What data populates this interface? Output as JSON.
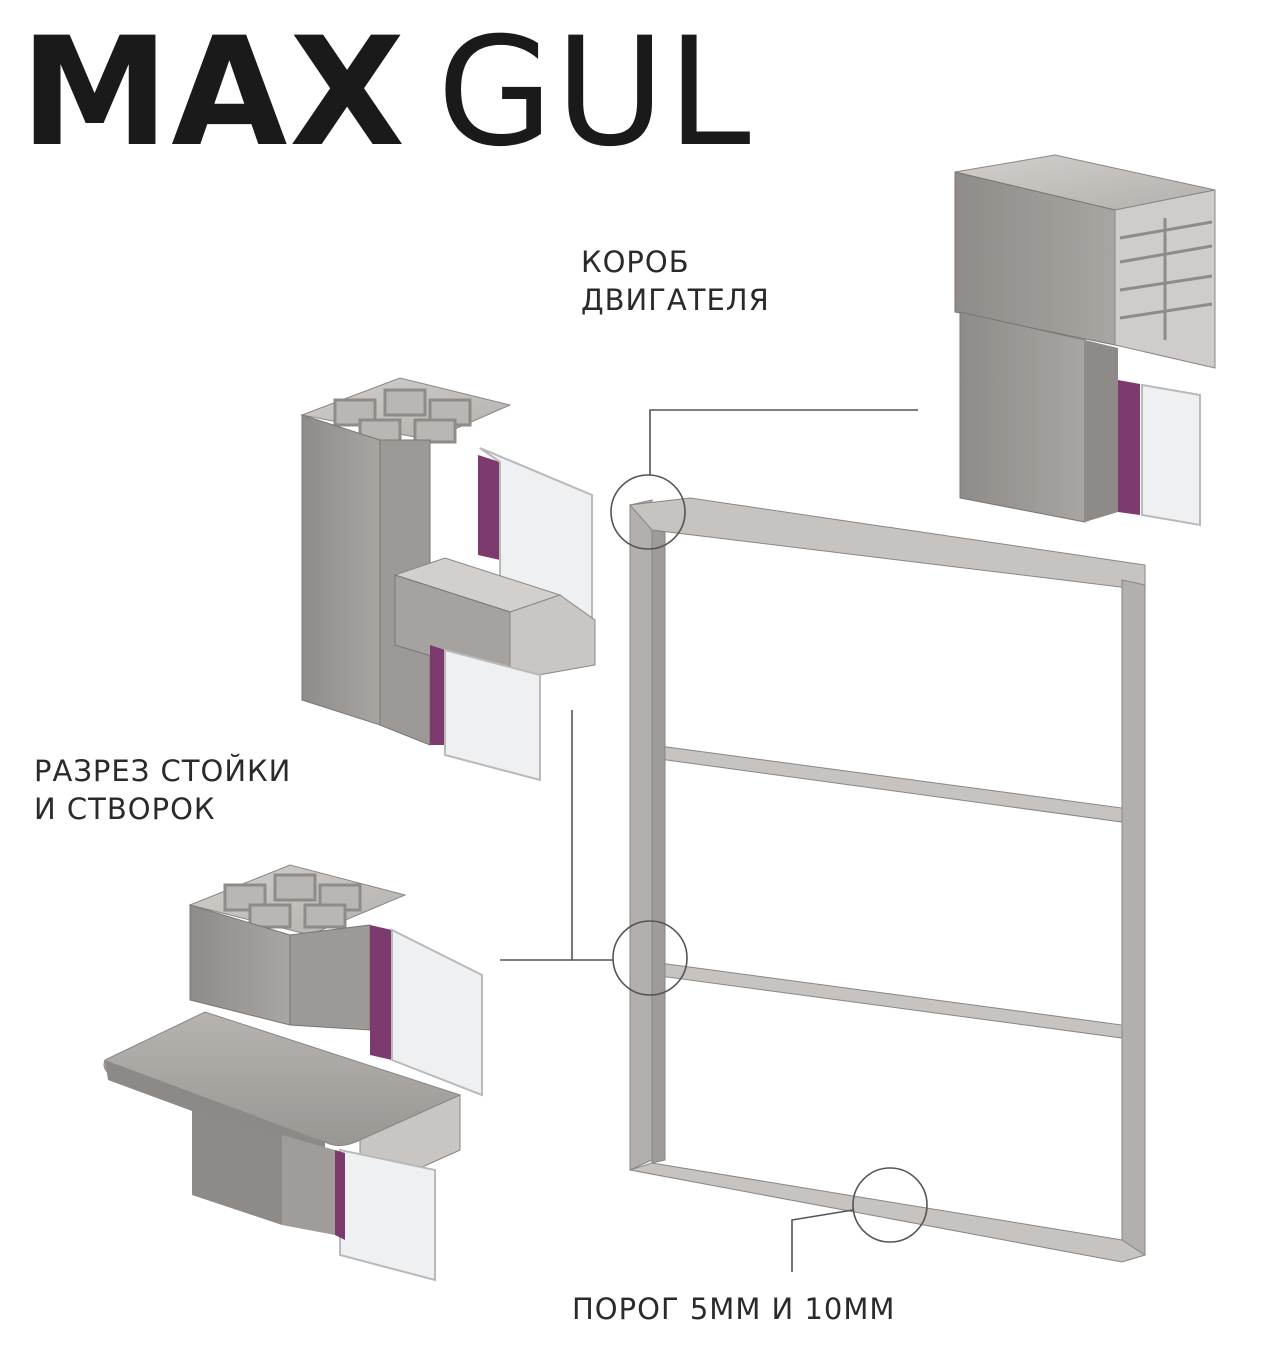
{
  "title": {
    "bold": "MAX",
    "light": "GUL"
  },
  "labels": {
    "motor_box": [
      "КОРОБ",
      "ДВИГАТЕЛЯ"
    ],
    "section": [
      "РАЗРЕЗ СТОЙКИ",
      "И СТВОРОК"
    ],
    "threshold": "ПОРОГ 5ММ И 10ММ"
  },
  "colors": {
    "text": "#1a1a1a",
    "aluminum": "#a39f9c",
    "aluminum_dark": "#7f7b78",
    "aluminum_light": "#c4c1be",
    "gasket": "#7d3a6e",
    "glass": "#e9ecef",
    "leader_line": "#555555"
  },
  "diagram": {
    "frame_panels": 3,
    "callouts": [
      "top-left-corner",
      "middle-transom",
      "bottom-threshold"
    ]
  }
}
